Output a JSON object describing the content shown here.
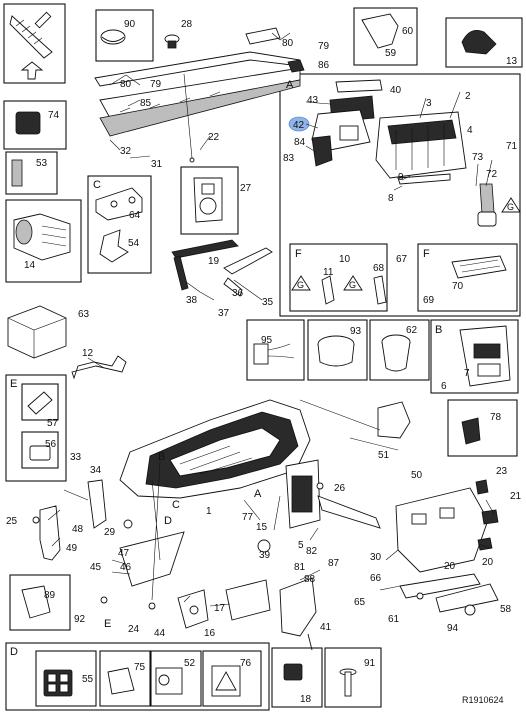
{
  "labels": {
    "l90": "90",
    "l28": "28",
    "l80a": "80",
    "l79a": "79",
    "l86": "86",
    "l60": "60",
    "l59": "59",
    "l13": "13",
    "l80b": "80",
    "l79b": "79",
    "l85": "85",
    "l74": "74",
    "l22": "22",
    "l32": "32",
    "l31": "31",
    "l53": "53",
    "l27": "27",
    "l64": "64",
    "l54": "54",
    "l14": "14",
    "l19": "19",
    "l38": "38",
    "l37": "37",
    "l36": "36",
    "l35": "35",
    "l63": "63",
    "l12": "12",
    "l40": "40",
    "l43": "43",
    "l42": "42",
    "l84": "84",
    "l83": "83",
    "l3": "3",
    "l2": "2",
    "l4": "4",
    "l73": "73",
    "l71": "71",
    "l72": "72",
    "l9": "9",
    "l8": "8",
    "l10": "10",
    "l11": "11",
    "l68": "68",
    "l67": "67",
    "l70": "70",
    "l69": "69",
    "l95": "95",
    "l93": "93",
    "l62": "62",
    "l7": "7",
    "l6": "6",
    "l78": "78",
    "l57": "57",
    "l56": "56",
    "l51": "51",
    "l50": "50",
    "l33": "33",
    "l34": "34",
    "l25": "25",
    "l48": "48",
    "l49": "49",
    "l29": "29",
    "l1": "1",
    "l77": "77",
    "l15": "15",
    "l26": "26",
    "l23": "23",
    "l21": "21",
    "l5": "5",
    "l82": "82",
    "l81": "81",
    "l39": "39",
    "l30": "30",
    "l20a": "20",
    "l20b": "20",
    "l66": "66",
    "l65": "65",
    "l61": "61",
    "l58": "58",
    "l94": "94",
    "l87": "87",
    "l88": "88",
    "l47": "47",
    "l45": "45",
    "l46": "46",
    "l92": "92",
    "l24": "24",
    "l44": "44",
    "l17": "17",
    "l16": "16",
    "l41": "41",
    "l89": "89",
    "l55": "55",
    "l75": "75",
    "l52": "52",
    "l76": "76",
    "l18": "18",
    "l91": "91"
  },
  "sections": {
    "a_main": "A",
    "a_small": "A",
    "b_main": "B",
    "b_small": "B",
    "c_main": "C",
    "c_small": "C",
    "d_main": "D",
    "d_small": "D",
    "e_main": "E",
    "e_small": "E",
    "f1": "F",
    "f2": "F",
    "g1": "G",
    "g2": "G",
    "g3": "G"
  },
  "ref_number": "R1910624",
  "colors": {
    "highlight": "#8fb4e8"
  }
}
